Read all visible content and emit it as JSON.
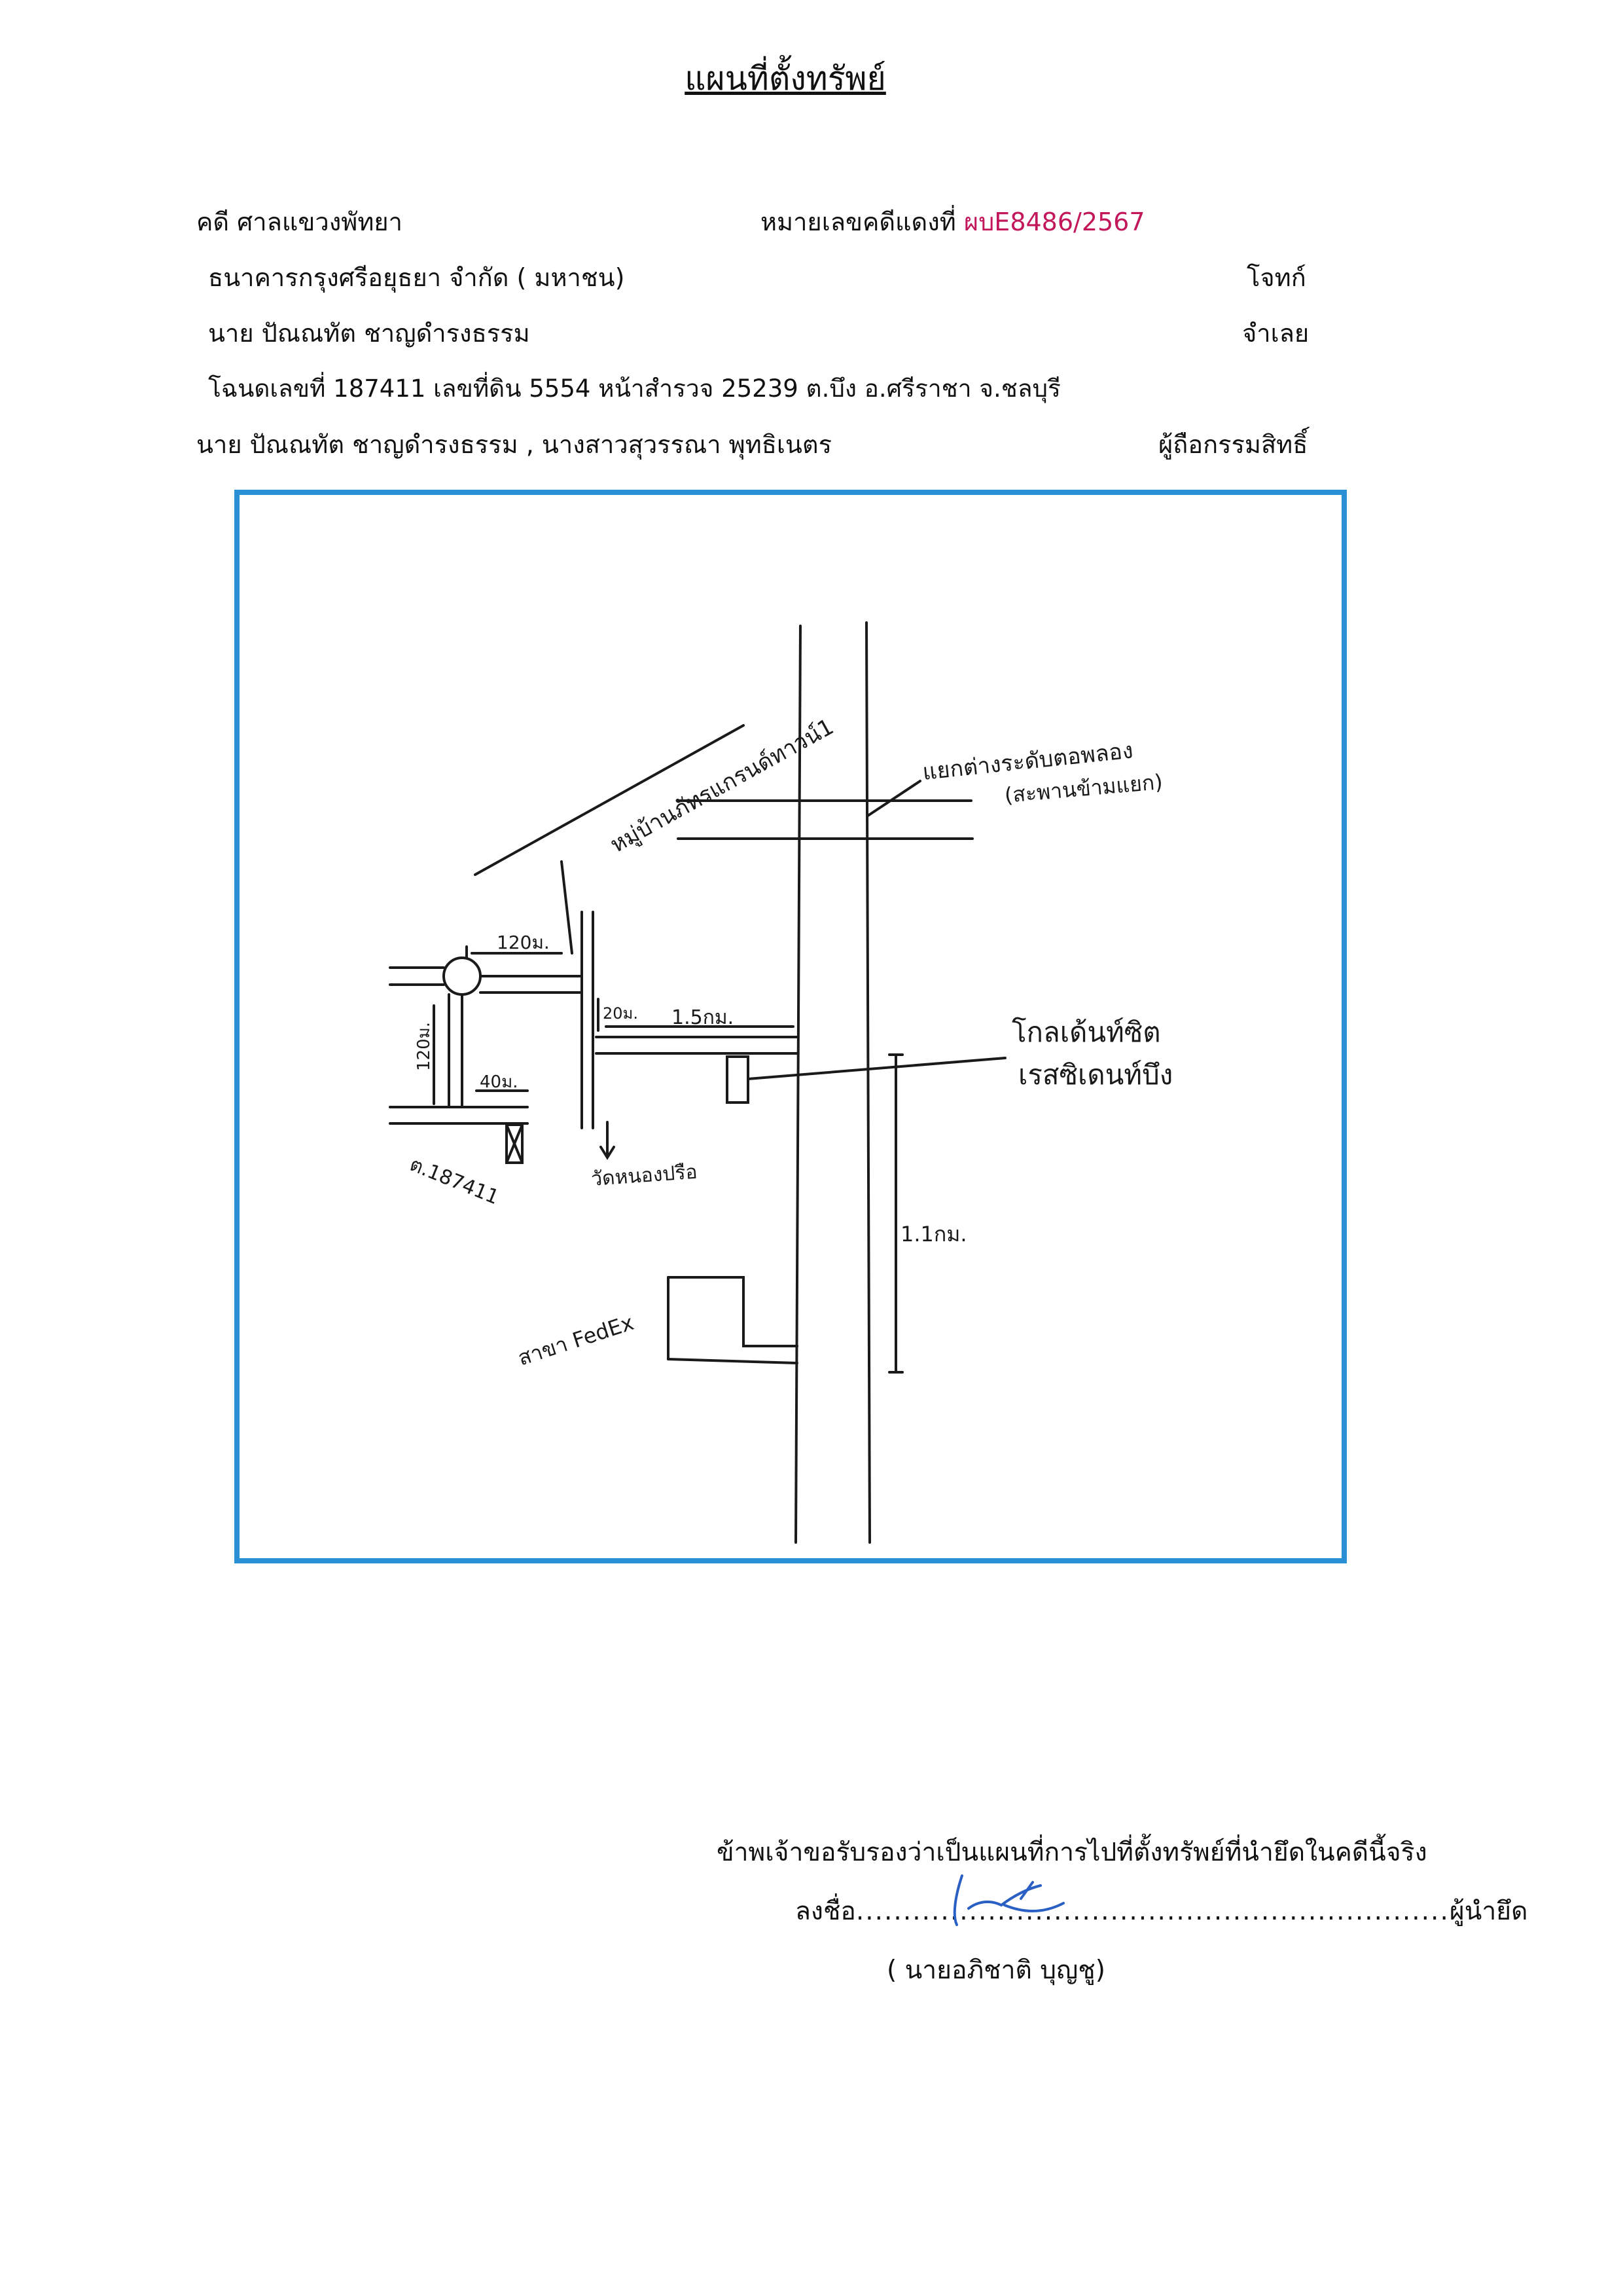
{
  "title": "แผนที่ตั้งทรัพย์",
  "header": {
    "court": "คดี ศาลแขวงพัทยา",
    "case_label": "หมายเลขคดีแดงที่",
    "case_number": "ผบE8486/2567"
  },
  "parties": {
    "plaintiff": "ธนาคารกรุงศรีอยุธยา จำกัด ( มหาชน)",
    "plaintiff_role": "โจทก์",
    "defendant": "นาย ปัณณทัต    ชาญดำรงธรรม",
    "defendant_role": "จำเลย",
    "deed": "โฉนดเลขที่ 187411 เลขที่ดิน 5554 หน้าสำรวจ 25239 ต.บึง    อ.ศรีราชา    จ.ชลบุรี",
    "owners": "นาย ปัณณทัต    ชาญดำรงธรรม ,  นางสาวสุวรรณา  พุทธิเนตร",
    "owners_role": "ผู้ถือกรรมสิทธิ์"
  },
  "map": {
    "frame_color": "#2b8fd6",
    "labels": {
      "village": "หมู่บ้านภัทรแกรนด์ทาวน์1",
      "junction": "แยกต่างระดับตอพลอง",
      "bridge": "(สะพานข้ามแยก)",
      "d1": "120ม.",
      "d2": "20ม.",
      "d3": "1.5กม.",
      "d4": "120ม.",
      "d5": "40ม.",
      "d6": "1.1กม.",
      "landmark1": "โกลเด้นท์ซิต",
      "landmark2": "เรสซิเดนท์บึง",
      "temple": "วัดหนองปรือ",
      "parcel": "ต.187411",
      "fedex": "สาขา FedEx"
    }
  },
  "certification": {
    "statement": "ข้าพเจ้าขอรับรองว่าเป็นแผนที่การไปที่ตั้งทรัพย์ที่นำยึดในคดีนี้จริง",
    "sign_prefix": "ลงชื่อ",
    "sign_dots": "...............................................................",
    "sign_role": "ผู้นำยึด",
    "signer": "( นายอภิชาติ  บุญชู)"
  }
}
